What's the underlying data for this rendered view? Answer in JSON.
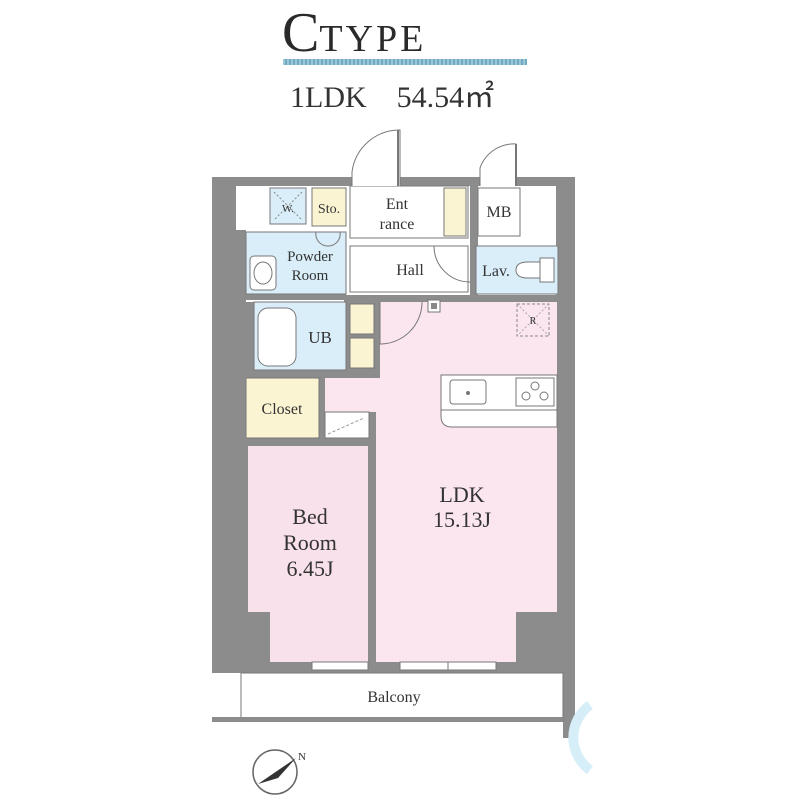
{
  "header": {
    "title_initial": "C",
    "title_rest": "TYPE",
    "layout": "1LDK",
    "area": "54.54㎡"
  },
  "rooms": {
    "wic": "W.",
    "storage": "Sto.",
    "entrance_line1": "Ent",
    "entrance_line2": "rance",
    "mb": "MB",
    "powder_line1": "Powder",
    "powder_line2": "Room",
    "hall": "Hall",
    "lav": "Lav.",
    "ub": "UB",
    "refrigerator": "R",
    "closet": "Closet",
    "ldk_name": "LDK",
    "ldk_size": "15.13J",
    "bed_line1": "Bed",
    "bed_line2": "Room",
    "bed_size": "6.45J",
    "balcony": "Balcony"
  },
  "compass": {
    "label": "N"
  },
  "colors": {
    "wall": "#8c8c8c",
    "ldk_pink": "#fbe6ef",
    "bed_pink": "#f8e1ea",
    "wet_blue": "#d9eef8",
    "storage_yellow": "#fbf4d3",
    "floor_white": "#ffffff"
  }
}
